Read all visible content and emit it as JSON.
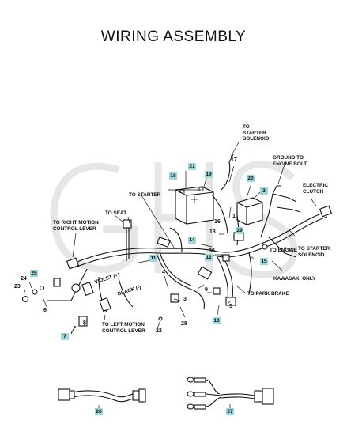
{
  "title": "WIRING ASSEMBLY",
  "watermark": "GHS",
  "callouts": {
    "to_starter_solenoid_top": "TO STARTER SOLENOID",
    "ground_to_engine_bolt": "GROUND TO ENGINE BOLT",
    "electric_clutch": "ELECTRIC CLUTCH",
    "to_starter": "TO STARTER",
    "to_seat": "TO SEAT",
    "to_right_lever": "TO RIGHT MOTION CONTROL LEVER",
    "to_engine": "TO ENGINE",
    "to_starter_solenoid_right": "TO STARTER SOLENOID",
    "kawasaki_only": "KAWASAKI ONLY",
    "to_park_brake": "TO PARK BRAKE",
    "to_left_lever": "TO LEFT MOTION CONTROL LEVER",
    "violet": "VIOLET (+)",
    "black": "BLACK (-)"
  },
  "part_numbers": {
    "p1": "1",
    "p2": "2",
    "p3": "3",
    "p4": "4",
    "p5": "5",
    "p6": "6",
    "p7": "7",
    "p8": "8",
    "p9": "9",
    "p10": "10",
    "p11": "11",
    "p12": "12",
    "p13": "13",
    "p14": "14",
    "p15": "15",
    "p16": "16",
    "p17": "17",
    "p18": "18",
    "p19": "19",
    "p20": "20",
    "p21": "21",
    "p22": "22",
    "p23": "23",
    "p24": "24",
    "p25": "25",
    "p26": "26",
    "p27": "27",
    "p28": "28",
    "p29": "29",
    "p30": "30"
  },
  "colors": {
    "highlight": "#9fd7dd",
    "line": "#111111",
    "watermark": "#e6e6e6"
  }
}
